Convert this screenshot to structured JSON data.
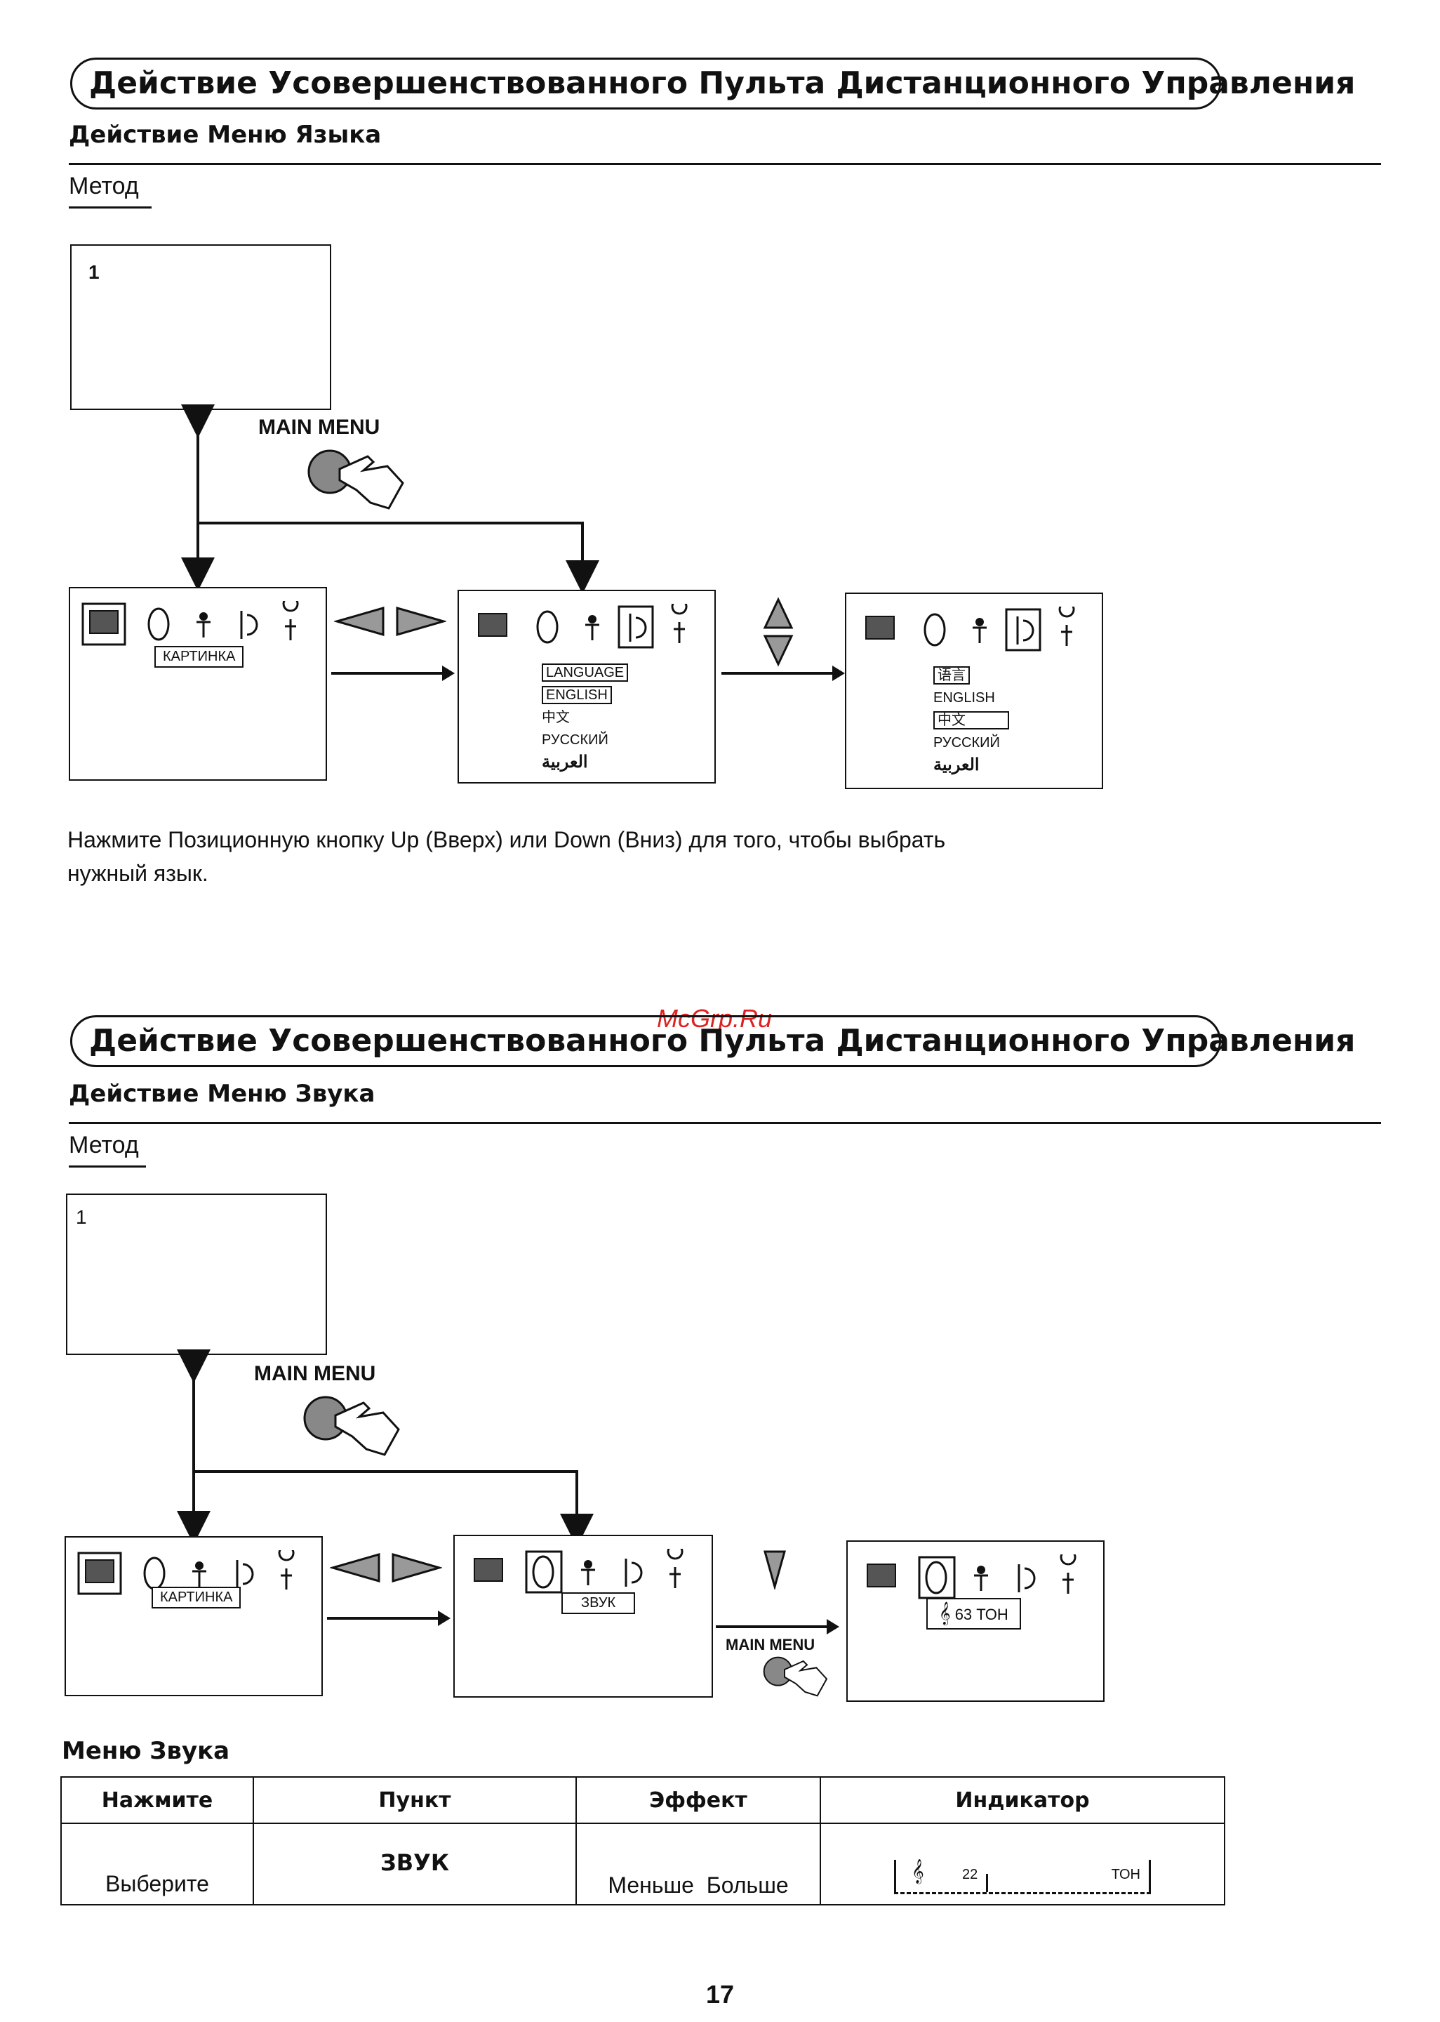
{
  "section1": {
    "banner": "Действие Усовершенствованного Пульта Дистанционного Управления",
    "subtitle": "Действие Меню Языка",
    "method": "Метод",
    "tv_number": "1",
    "main_menu_label": "MAIN MENU",
    "menu_tag_picture": "КАРТИНКА",
    "lang_list_a": [
      "LANGUAGE",
      "ENGLISH",
      "中文",
      "РУССКИЙ",
      "العربية"
    ],
    "lang_list_b": [
      "语言",
      "ENGLISH",
      "中文",
      "РУССКИЙ",
      "العربية"
    ],
    "instruction_line1": "Нажмите Позиционную кнопку Up (Вверх) или Down (Вниз) для того, чтобы выбрать",
    "instruction_line2": "нужный язык."
  },
  "watermark": "McGrp.Ru",
  "section2": {
    "banner": "Действие Усовершенствованного Пульта Дистанционного Управления",
    "subtitle": "Действие Меню Звука",
    "method": "Метод",
    "tv_number": "1",
    "main_menu_label": "MAIN MENU",
    "menu_tag_picture": "КАРТИНКА",
    "menu_tag_sound": "ЗВУК",
    "main_menu_label_small": "MAIN MENU",
    "tone_value": "63 ТОН"
  },
  "sound_menu": {
    "title": "Меню Звука",
    "headers": [
      "Нажмите",
      "Пункт",
      "Эффект",
      "Индикатор"
    ],
    "row": {
      "press": "Выберите",
      "item": "ЗВУК",
      "effect": "Меньше  Больше",
      "indicator_value": "22",
      "indicator_unit": "ТОН"
    }
  },
  "page_number": "17"
}
